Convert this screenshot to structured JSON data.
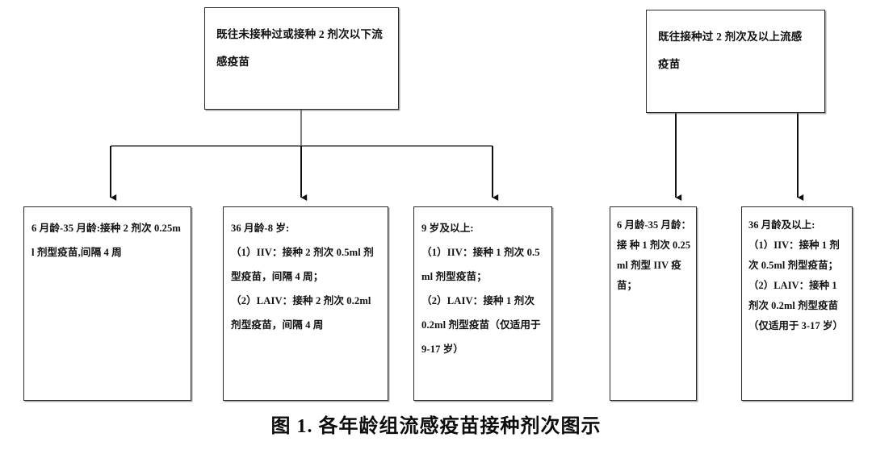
{
  "figure": {
    "caption": "图 1. 各年龄组流感疫苗接种剂次图示",
    "caption_number": "图 1.",
    "caption_title": "各年龄组流感疫苗接种剂次图示"
  },
  "colors": {
    "box_border": "#2b2b2b",
    "connector": "#1a1a1a",
    "background": "#ffffff",
    "text": "#111111"
  },
  "diagram": {
    "type": "flowchart",
    "orientation": "top-down",
    "groups": [
      {
        "id": "group-never-or-under-two-doses",
        "parent": {
          "id": "node-prev-none",
          "text": "既往未接种过或接种 2 剂次以下流感疫苗"
        },
        "children": [
          {
            "id": "node-age-6m-35m",
            "text": "6 月龄-35 月龄:接种 2 剂次 0.25ml 剂型疫苗,间隔 4 周"
          },
          {
            "id": "node-age-36m-8y",
            "text": "36 月龄-8 岁:\n（1）IIV：接种 2 剂次 0.5ml 剂型疫苗，间隔 4 周；\n（2）LAIV：接种 2 剂次 0.2ml 剂型疫苗，间隔 4 周"
          },
          {
            "id": "node-age-9y-plus",
            "text": "9 岁及以上:\n（1）IIV：接种 1 剂次 0.5ml 剂型疫苗；\n（2）LAIV：接种 1 剂次 0.2ml 剂型疫苗（仅适用于 9-17 岁）"
          }
        ]
      },
      {
        "id": "group-two-or-more-doses",
        "parent": {
          "id": "node-prev-two",
          "text": "既往接种过 2 剂次及以上流感疫苗"
        },
        "children": [
          {
            "id": "node-r-age-6m-35m",
            "text": "6 月龄-35 月龄：接 种 1 剂次 0.25ml 剂型 IIV 疫苗；"
          },
          {
            "id": "node-r-age-36m-plus",
            "text": "36 月龄及以上:\n（1）IIV：接种 1 剂次 0.5ml 剂型疫苗；\n（2）LAIV：接种 1 剂次 0.2ml 剂型疫苗（仅适用于 3-17 岁）"
          }
        ]
      }
    ]
  }
}
